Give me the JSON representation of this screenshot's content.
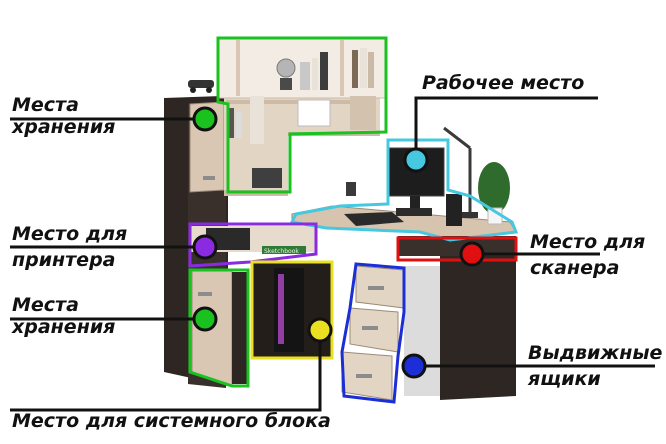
{
  "labels": {
    "storage_top": [
      "Места",
      "хранения"
    ],
    "printer": [
      "Место для",
      "принтера"
    ],
    "storage_bottom": [
      "Места",
      "хранения"
    ],
    "system_unit": [
      "Место для системного блока"
    ],
    "workplace": [
      "Рабочее место"
    ],
    "scanner": [
      "Место для",
      "сканера"
    ],
    "drawers": [
      "Выдвижные",
      "ящики"
    ]
  },
  "colors": {
    "storage": "#19c21f",
    "workplace": "#46c8e0",
    "printer": "#8a2be2",
    "scanner": "#e01010",
    "system_unit": "#e8e020",
    "drawers": "#1c2fd6",
    "wood_dark": "#2d2623",
    "wood_light": "#d9c7b3"
  },
  "book_spine": "Sketchbook"
}
